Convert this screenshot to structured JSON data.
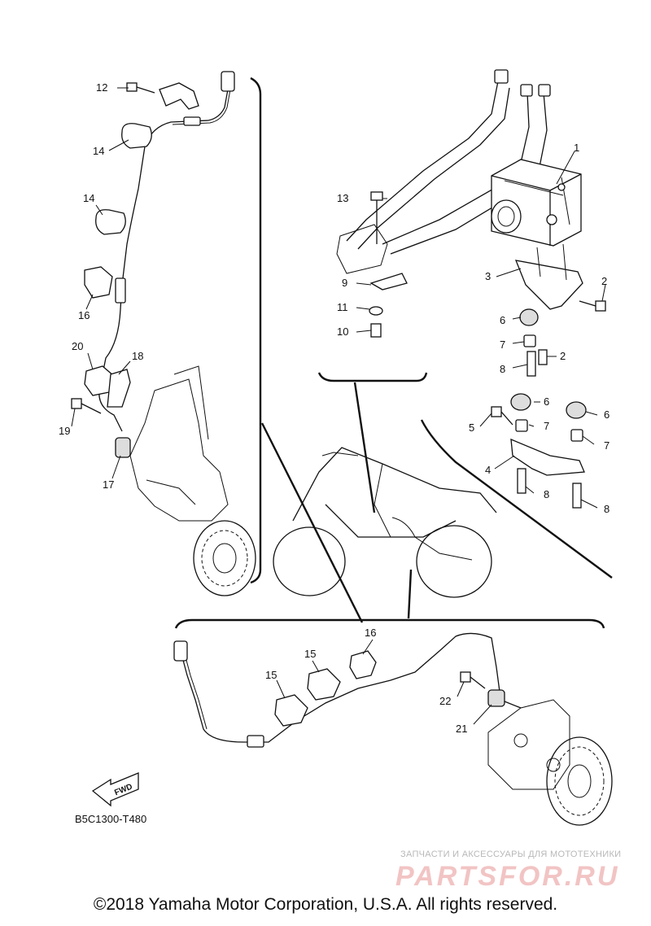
{
  "diagram": {
    "callouts": {
      "c1": "1",
      "c2a": "2",
      "c2b": "2",
      "c3": "3",
      "c4": "4",
      "c5": "5",
      "c6a": "6",
      "c6b": "6",
      "c6c": "6",
      "c7a": "7",
      "c7b": "7",
      "c7c": "7",
      "c8a": "8",
      "c8b": "8",
      "c8c": "8",
      "c9": "9",
      "c10": "10",
      "c11": "11",
      "c12": "12",
      "c13": "13",
      "c14a": "14",
      "c14b": "14",
      "c15a": "15",
      "c15b": "15",
      "c16a": "16",
      "c16b": "16",
      "c17": "17",
      "c18": "18",
      "c19": "19",
      "c20": "20",
      "c21": "21",
      "c22": "22"
    },
    "fwd_label": "FWD",
    "code": "B5C1300-T480"
  },
  "watermark": {
    "tagline": "ЗАПЧАСТИ И АКСЕССУАРЫ ДЛЯ МОТОТЕХНИКИ",
    "brand": "PARTSFOR.RU"
  },
  "footer": {
    "copyright": "©2018 Yamaha Motor Corporation, U.S.A. All rights reserved."
  }
}
